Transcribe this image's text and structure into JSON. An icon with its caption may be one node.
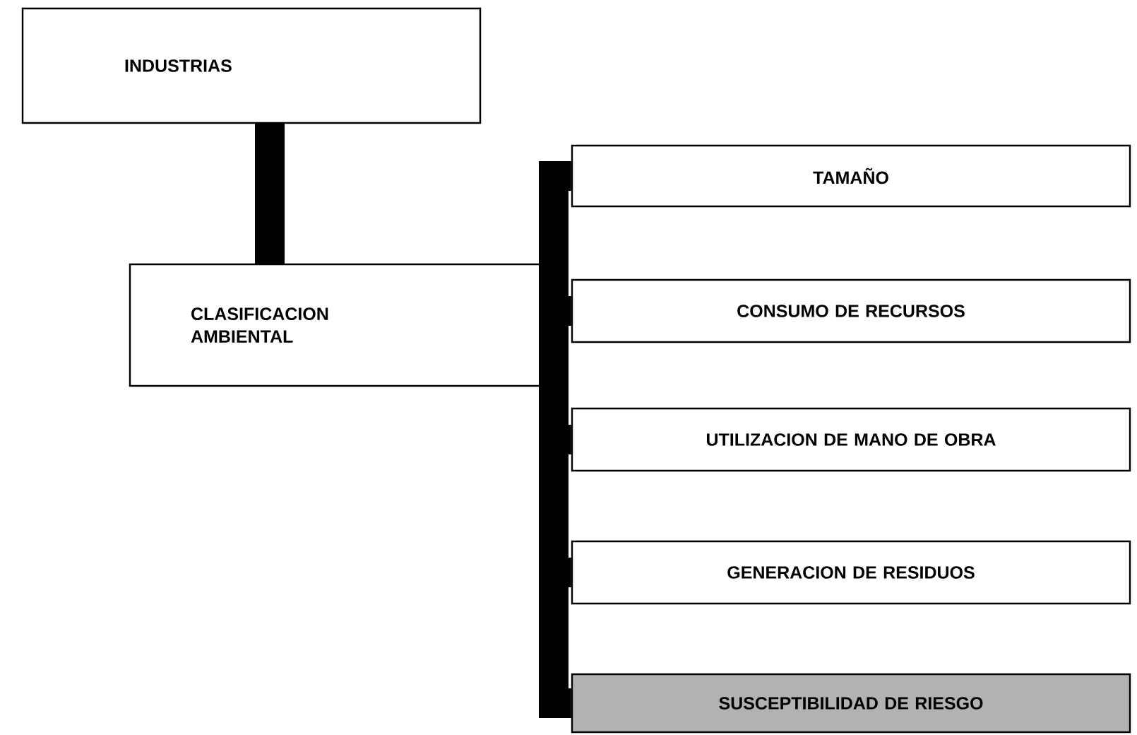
{
  "diagram": {
    "nodes": [
      {
        "text": [
          "INDUSTRIAS"
        ]
      },
      {
        "text": [
          "CLASIFICACION AMBIENTAL"
        ]
      },
      {
        "text": [
          "TAMAÑO"
        ]
      },
      {
        "text": [
          "CONSUMO DE RECURSOS"
        ]
      },
      {
        "text": [
          "UTILIZACION DE MANO DE OBRA"
        ]
      },
      {
        "text": [
          "GENERACION DE RESIDUOS"
        ]
      },
      {
        "text": [
          "SUSCEPTIBILIDAD DE RIESGO"
        ]
      }
    ],
    "edges": [
      {
        "from": 0,
        "to": 1,
        "arrow": "none"
      },
      {
        "from": 1,
        "to": 2,
        "arrow": "none"
      },
      {
        "from": 1,
        "to": 3,
        "arrow": "none"
      },
      {
        "from": 1,
        "to": 4,
        "arrow": "none"
      },
      {
        "from": 1,
        "to": 5,
        "arrow": "none"
      },
      {
        "from": 1,
        "to": 6,
        "arrow": "none"
      }
    ]
  }
}
